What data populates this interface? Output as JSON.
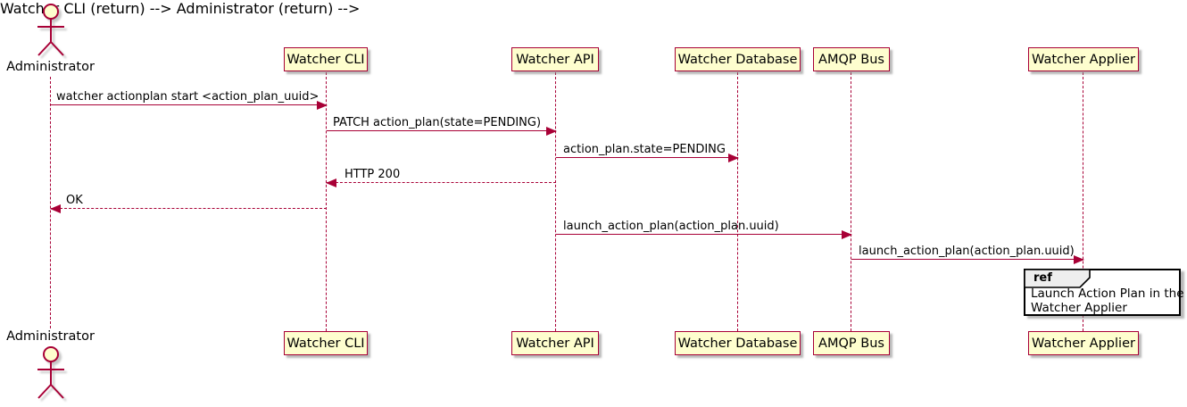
{
  "colors": {
    "line": "#A80036",
    "participant_fill": "#FEFECE",
    "ref_header_fill": "#EEEEEE",
    "text": "#000000",
    "background": "#FFFFFF"
  },
  "actor": {
    "label": "Administrator"
  },
  "participants": [
    {
      "label": "Watcher CLI"
    },
    {
      "label": "Watcher API"
    },
    {
      "label": "Watcher Database"
    },
    {
      "label": "AMQP Bus"
    },
    {
      "label": "Watcher Applier"
    }
  ],
  "messages": [
    {
      "from": "Administrator",
      "to": "Watcher CLI",
      "style": "solid",
      "text": "watcher actionplan start <action_plan_uuid>"
    },
    {
      "from": "Watcher CLI",
      "to": "Watcher API",
      "style": "solid",
      "text": "PATCH action_plan(state=PENDING)"
    },
    {
      "from": "Watcher API",
      "to": "Watcher Database",
      "style": "solid",
      "text": "action_plan.state=PENDING"
    },
    {
      "from": "Watcher API",
      "to": "Watcher CLI",
      "style": "dashed",
      "text": "HTTP 200"
    },
    {
      "from": "Watcher CLI",
      "to": "Administrator",
      "style": "dashed",
      "text": "OK"
    },
    {
      "from": "Watcher API",
      "to": "AMQP Bus",
      "style": "solid",
      "text": "launch_action_plan(action_plan.uuid)"
    },
    {
      "from": "AMQP Bus",
      "to": "Watcher Applier",
      "style": "solid",
      "text": "launch_action_plan(action_plan.uuid)"
    }
  ],
  "ref_fragment": {
    "keyword": "ref",
    "line1": "Launch Action Plan in the",
    "line2": "Watcher Applier"
  }
}
